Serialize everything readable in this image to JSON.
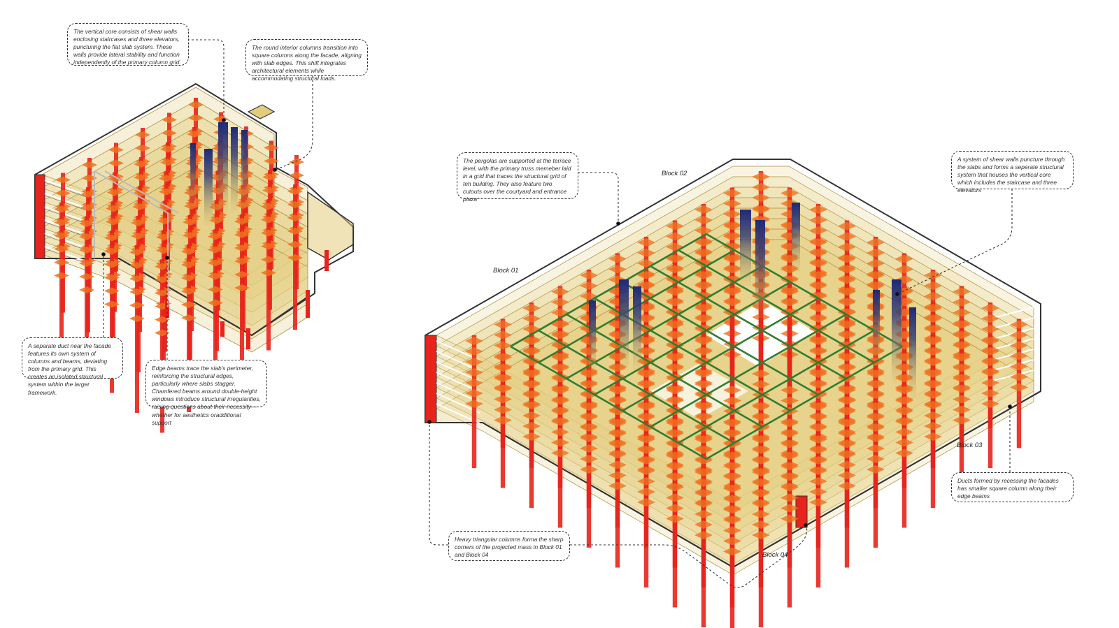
{
  "colors": {
    "slab_fill": "#e3cc7d",
    "slab_edge": "#a88e3d",
    "column": "#e8231b",
    "capital": "#f07020",
    "shear_wall": "#1e2a78",
    "truss": "#2e7d32",
    "outline": "#333333"
  },
  "annotations": {
    "core_left": "The vertical core consists of shear walls enclosing staircases and three elevators, puncturing the flat slab system. These walls provide lateral stability and function independently of the primary column grid.",
    "round_columns": "The round interior columns transition into square columns along the facade, aligning with slab edges. This shift integrates architectural elements while accommodating structural loads.",
    "duct_left": "A separate duct near the facade features its own system of columns and beams, deviating from the primary grid. This creates an isolated structural system within the larger framework.",
    "edge_beams": "Edge beams trace the slab's perimeter, reinforcing the structural edges, particularly where slabs stagger. Chamfered beams around double-height windows introduce structural irregularities, raising questions about their necessity—whether for aesthetics oradditional support",
    "pergolas": "The pergolas are supported at the terrace level, with the primary truss memeber laid in a grid that traces the structural grid of teh building. They also feature two cutouts over the courtyard and entrance plaza",
    "shear_walls_right": "A system of shear walls puncture through the slabs and forms a seperate structural system that houses the vertical core which includes the staircase and three elevators",
    "triangular_columns": "Heavy triangular columns forma the sharp corners of the projected mass in Block 01 and Block 04",
    "ducts_right": "Ducts formed by recessing the facades has smaller square column along their edge beams"
  },
  "blocks": {
    "block01": "Block 01",
    "block02": "Block 02",
    "block03": "Block 03",
    "block04": "Block 04"
  }
}
